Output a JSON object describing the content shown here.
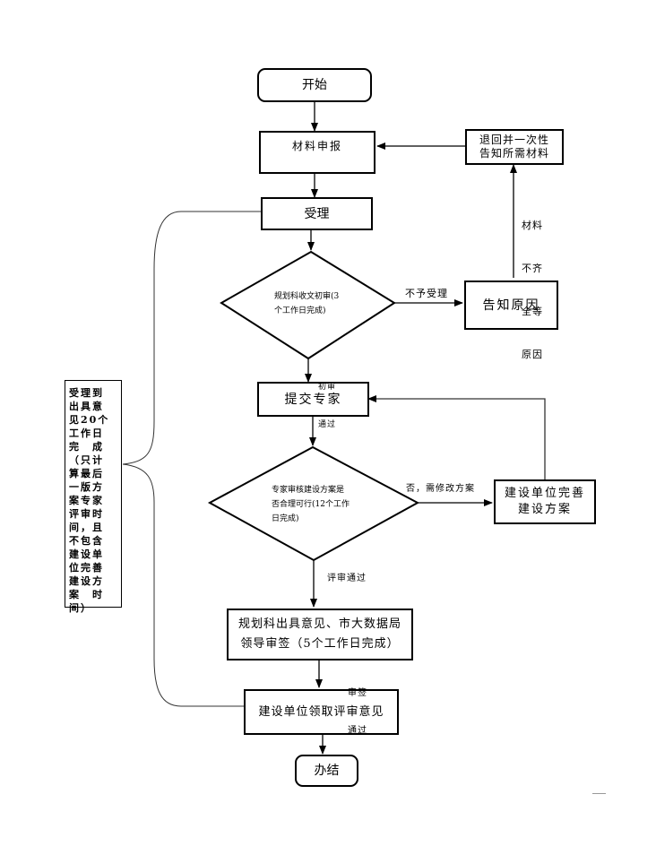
{
  "diagram": {
    "type": "flowchart",
    "nodes": {
      "start": "开始",
      "submit_materials": "材料申报",
      "return_notify": [
        "退回并一次性",
        "告知所需材料"
      ],
      "accept": "受理",
      "initial_review": [
        "规划科收文初审(3",
        "个工作日完成)"
      ],
      "notify_reason": "告知原因",
      "submit_expert": "提交专家",
      "expert_review": [
        "专家审核建设方案是",
        "否合理可行(12个工作",
        "日完成)"
      ],
      "revise_plan": [
        "建设单位完善",
        "建设方案"
      ],
      "issue_opinion": [
        "规划科出具意见、市大数据局",
        "领导审签（5个工作日完成）"
      ],
      "collect_opinion": "建设单位领取评审意见",
      "end": "办结"
    },
    "edge_labels": {
      "not_accepted": "不予受理",
      "incomplete_materials": [
        "材料",
        "不齐",
        "全等",
        "原因"
      ],
      "initial_passed": [
        "初审",
        "通过"
      ],
      "needs_revision": "否，需修改方案",
      "review_passed": "评审通过",
      "signoff_passed": [
        "审签",
        "通过"
      ]
    },
    "side_note": {
      "rows": [
        "受理到",
        "出具意",
        "见20个",
        "工作日",
        "完　成",
        "（只计",
        "算最后",
        "一版方",
        "案专家",
        "评审时",
        "间，且",
        "不包含",
        "建设单",
        "位完善",
        "建设方",
        "案　时",
        "间）"
      ]
    }
  }
}
